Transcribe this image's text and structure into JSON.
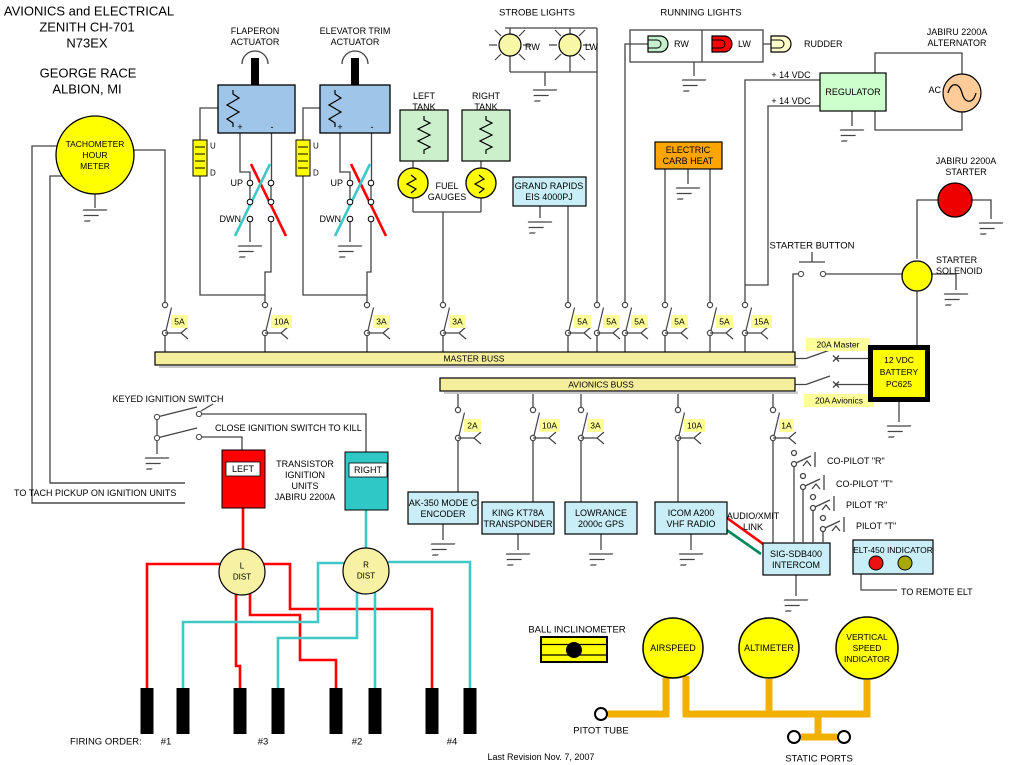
{
  "title": {
    "lines": [
      "AVIONICS and ELECTRICAL",
      "ZENITH CH-701",
      "N73EX"
    ]
  },
  "author": {
    "lines": [
      "GEORGE RACE",
      "ALBION, MI"
    ]
  },
  "tachometer": {
    "lines": [
      "TACHOMETER",
      "HOUR",
      "METER"
    ]
  },
  "actuators": {
    "flaperon": {
      "label": [
        "FLAPERON",
        "ACTUATOR"
      ]
    },
    "elevator": {
      "label": [
        "ELEVATOR TRIM",
        "ACTUATOR"
      ]
    },
    "up": "UP",
    "down": "DWN",
    "u": "U",
    "d": "D",
    "plus": "+",
    "minus": "-"
  },
  "strobe": {
    "title": "STROBE LIGHTS",
    "rw": "RW",
    "lw": "LW"
  },
  "running": {
    "title": "RUNNING LIGHTS",
    "rw": "RW",
    "lw": "LW",
    "rudder": "RUDDER"
  },
  "alternator": {
    "label": [
      "JABIRU 2200A",
      "ALTERNATOR"
    ],
    "ac": "AC"
  },
  "regulator": {
    "label": "REGULATOR",
    "vdc": "+ 14 VDC"
  },
  "fuel": {
    "left_tank": [
      "LEFT",
      "TANK"
    ],
    "right_tank": [
      "RIGHT",
      "TANK"
    ],
    "gauges": [
      "FUEL",
      "GAUGES"
    ]
  },
  "eis": {
    "label": [
      "GRAND RAPIDS",
      "EIS 4000PJ"
    ]
  },
  "carb": {
    "label": [
      "ELECTRIC",
      "CARB HEAT"
    ]
  },
  "starter": {
    "unit": [
      "JABIRU 2200A",
      "STARTER"
    ],
    "button": "STARTER BUTTON",
    "solenoid": [
      "STARTER",
      "SOLENOID"
    ]
  },
  "battery": {
    "lines": [
      "12 VDC",
      "BATTERY",
      "PC625"
    ]
  },
  "buss": {
    "master": "MASTER BUSS",
    "avionics": "AVIONICS BUSS",
    "master_breaker": "20A Master",
    "avionics_breaker": "20A Avionics"
  },
  "fuses": {
    "master": [
      "5A",
      "10A",
      "3A",
      "3A",
      "5A",
      "5A",
      "5A",
      "5A",
      "5A",
      "15A"
    ],
    "avionics": [
      "2A",
      "10A",
      "3A",
      "10A",
      "1A"
    ]
  },
  "ignition": {
    "keyed": "KEYED IGNITION SWITCH",
    "kill": "CLOSE IGNITION SWITCH TO KILL",
    "tach_pickup": "TO TACH PICKUP ON IGNITION UNITS",
    "left": "LEFT",
    "right": "RIGHT",
    "transistor": [
      "TRANSISTOR",
      "IGNITION",
      "UNITS",
      "JABIRU 2200A"
    ],
    "l_dist": [
      "L",
      "DIST"
    ],
    "r_dist": [
      "R",
      "DIST"
    ]
  },
  "avionics_units": {
    "encoder": [
      "AK-350 MODE C",
      "ENCODER"
    ],
    "transponder": [
      "KING KT78A",
      "TRANSPONDER"
    ],
    "gps": [
      "LOWRANCE",
      "2000c GPS"
    ],
    "radio": [
      "ICOM A200",
      "VHF RADIO"
    ],
    "intercom": [
      "SIG-SDB400",
      "INTERCOM"
    ],
    "audio_link": [
      "AUDIO/XMIT",
      "LINK"
    ],
    "elt": "ELT-450 INDICATOR",
    "remote_elt": "TO REMOTE ELT"
  },
  "jacks": [
    "CO-PILOT \"R\"",
    "CO-PILOT \"T\"",
    "PILOT \"R\"",
    "PILOT \"T\""
  ],
  "firing": {
    "label": "FIRING ORDER:",
    "order": [
      "#1",
      "#3",
      "#2",
      "#4"
    ]
  },
  "instruments": {
    "inclinometer": "BALL INCLINOMETER",
    "airspeed": "AIRSPEED",
    "altimeter": "ALTIMETER",
    "vsi": [
      "VERTICAL",
      "SPEED",
      "INDICATOR"
    ],
    "pitot": "PITOT TUBE",
    "static_ports": "STATIC PORTS"
  },
  "footer": {
    "revision": "Last Revision Nov. 7, 2007"
  },
  "colors": {
    "left_ignition_wire": "#FF0000",
    "right_ignition_wire": "#3FC8C8",
    "pneumatic_line": "#F2B100",
    "buss_bar": "#F5EE9C",
    "fuse_highlight": "#FFFF99",
    "battery_fill": "#FFFF00",
    "starter_fill": "#EE0000",
    "actuator_fill": "#9FC5E8",
    "avionics_box_fill": "#C9EEF7",
    "tank_fill": "#CCEFCC",
    "carb_fill": "#FFA500"
  }
}
